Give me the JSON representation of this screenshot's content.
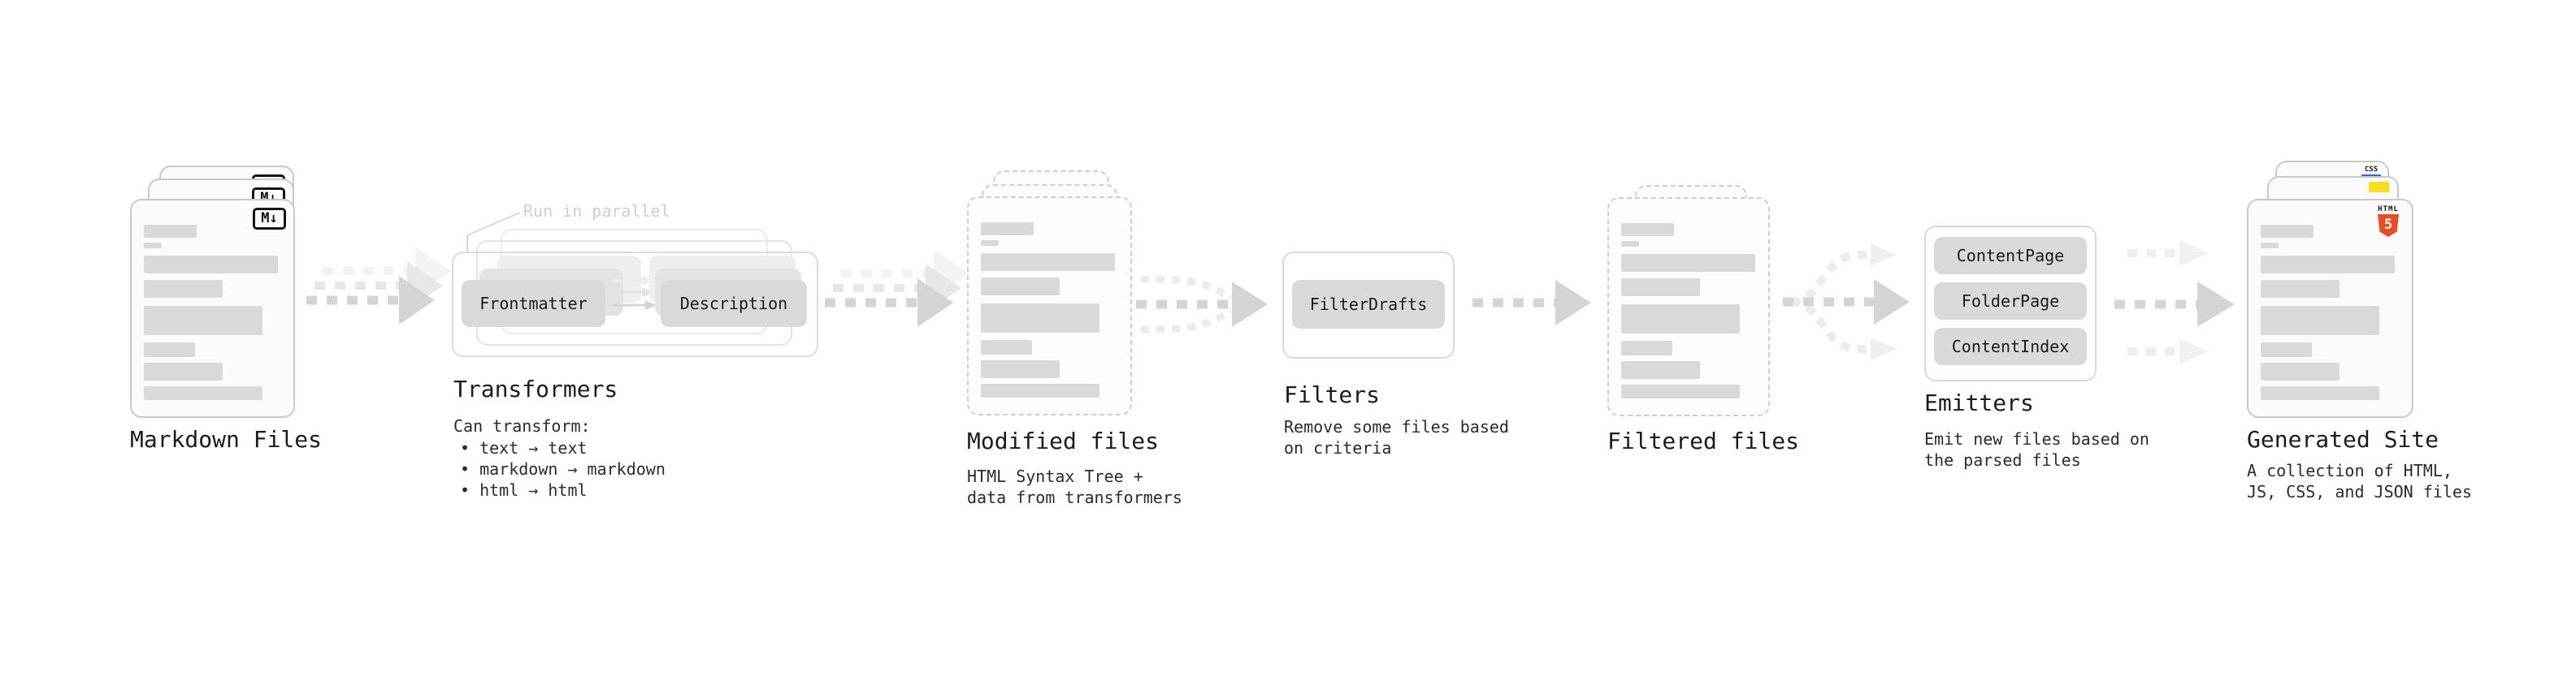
{
  "diagram": {
    "nodes": {
      "markdown_files": {
        "label": "Markdown Files",
        "badge": "M↓"
      },
      "transformers": {
        "label": "Transformers",
        "annotation": "Run in parallel",
        "boxes": [
          "Frontmatter",
          "Description"
        ],
        "desc_title": "Can transform:",
        "bullets": [
          "• text → text",
          "• markdown → markdown",
          "• html → html"
        ]
      },
      "modified_files": {
        "label": "Modified files",
        "desc": [
          "HTML Syntax Tree +",
          "data from transformers"
        ]
      },
      "filters": {
        "label": "Filters",
        "box": "FilterDrafts",
        "desc": [
          "Remove some files based",
          "on criteria"
        ]
      },
      "filtered_files": {
        "label": "Filtered files"
      },
      "emitters": {
        "label": "Emitters",
        "boxes": [
          "ContentPage",
          "FolderPage",
          "ContentIndex"
        ],
        "desc": [
          "Emit new files based on",
          "the parsed files"
        ]
      },
      "generated_site": {
        "label": "Generated Site",
        "desc": [
          "A collection of HTML,",
          "JS, CSS, and JSON files"
        ],
        "badges": {
          "html_label": "HTML",
          "html_number": "5",
          "css_label": "CSS"
        }
      }
    },
    "colors": {
      "html5_orange": "#e44d26",
      "js_yellow": "#f7df1e",
      "css_blue": "#2965f1",
      "arrow_gray": "#d4d4d4",
      "box_gray": "#d9d9d9"
    }
  }
}
